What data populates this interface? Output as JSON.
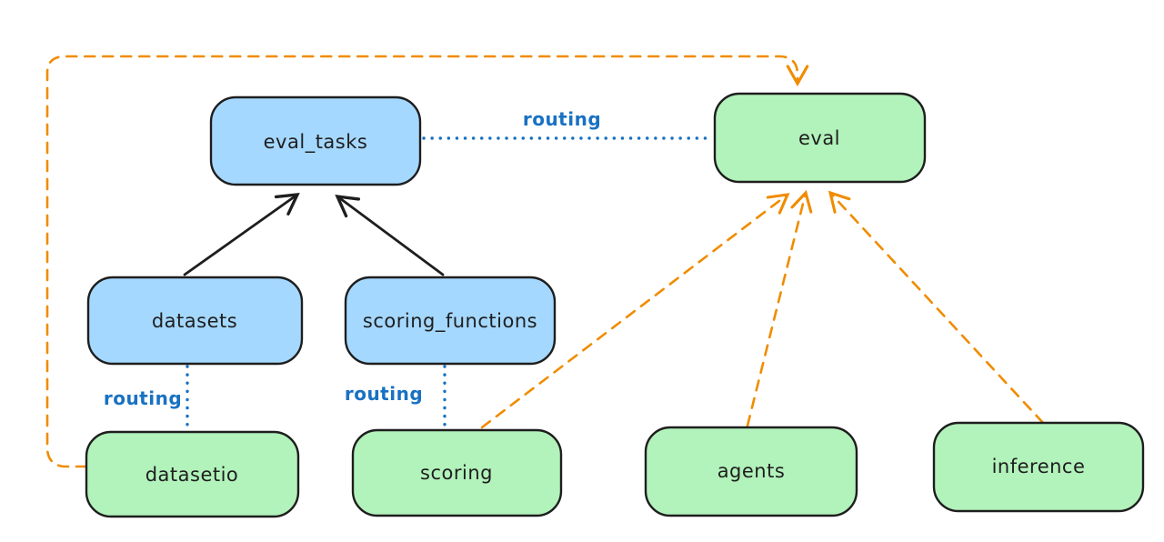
{
  "diagram": {
    "kind": "hand-drawn architecture diagram",
    "colors": {
      "background": "#ffffff",
      "api_node_fill": "#a5d8ff",
      "provider_node_fill": "#b2f2bb",
      "node_stroke": "#1e1e1e",
      "solid_arrow": "#1e1e1e",
      "routing_line": "#1971c2",
      "dashed_arrow": "#f08c00"
    },
    "nodes": {
      "eval_tasks": {
        "label": "eval_tasks",
        "fill": "#a5d8ff"
      },
      "eval": {
        "label": "eval",
        "fill": "#b2f2bb"
      },
      "datasets": {
        "label": "datasets",
        "fill": "#a5d8ff"
      },
      "scoring_functions": {
        "label": "scoring_functions",
        "fill": "#a5d8ff"
      },
      "datasetio": {
        "label": "datasetio",
        "fill": "#b2f2bb"
      },
      "scoring": {
        "label": "scoring",
        "fill": "#b2f2bb"
      },
      "agents": {
        "label": "agents",
        "fill": "#b2f2bb"
      },
      "inference": {
        "label": "inference",
        "fill": "#b2f2bb"
      }
    },
    "edges": [
      {
        "from": "eval_tasks",
        "to": "eval",
        "style": "blue-dotted",
        "label": "routing"
      },
      {
        "from": "datasets",
        "to": "datasetio",
        "style": "blue-dotted",
        "label": "routing"
      },
      {
        "from": "scoring_functions",
        "to": "scoring",
        "style": "blue-dotted",
        "label": "routing"
      },
      {
        "from": "datasets",
        "to": "eval_tasks",
        "style": "black-solid-arrow",
        "label": ""
      },
      {
        "from": "scoring_functions",
        "to": "eval_tasks",
        "style": "black-solid-arrow",
        "label": ""
      },
      {
        "from": "datasetio",
        "to": "eval",
        "style": "orange-dashed-arrow",
        "label": ""
      },
      {
        "from": "scoring",
        "to": "eval",
        "style": "orange-dashed-arrow",
        "label": ""
      },
      {
        "from": "agents",
        "to": "eval",
        "style": "orange-dashed-arrow",
        "label": ""
      },
      {
        "from": "inference",
        "to": "eval",
        "style": "orange-dashed-arrow",
        "label": ""
      }
    ]
  }
}
